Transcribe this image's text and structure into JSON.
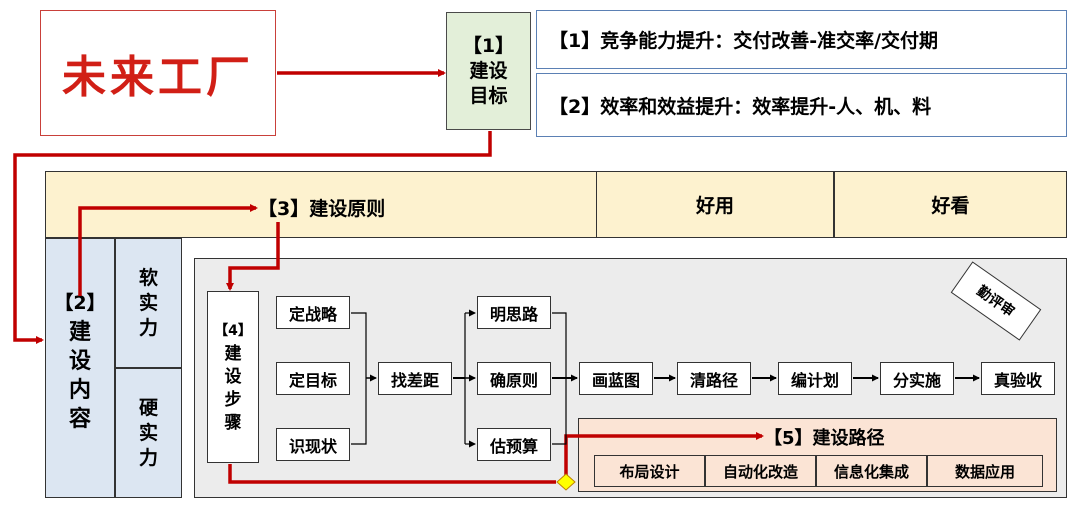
{
  "factory": {
    "title": "未来工厂"
  },
  "goal": {
    "lines": [
      "【1】",
      "建设",
      "目标"
    ],
    "items": [
      "【1】竞争能力提升：交付改善-准交率/交付期",
      "【2】效率和效益提升：效率提升-人、机、料"
    ]
  },
  "principles": {
    "label": "【3】建设原则",
    "good_use": "好用",
    "good_look": "好看"
  },
  "content": {
    "lines": [
      "【2】",
      "建",
      "设",
      "内",
      "容"
    ],
    "soft_lines": [
      "软",
      "实",
      "力"
    ],
    "hard_lines": [
      "硬",
      "实",
      "力"
    ]
  },
  "steps": {
    "lines": [
      "【4】",
      "建",
      "设",
      "步",
      "骤"
    ],
    "col1": [
      "定战略",
      "定目标",
      "识现状"
    ],
    "gap": "找差距",
    "col3": [
      "明思路",
      "确原则",
      "估预算"
    ],
    "flow": [
      "画蓝图",
      "清路径",
      "编计划",
      "分实施",
      "真验收"
    ],
    "review": "勤评审"
  },
  "path": {
    "title": "【5】建设路径",
    "items": [
      "布局设计",
      "自动化改造",
      "信息化集成",
      "数据应用"
    ]
  },
  "colors": {
    "arrow": "#c00000",
    "accent_text": "#d11f16"
  }
}
